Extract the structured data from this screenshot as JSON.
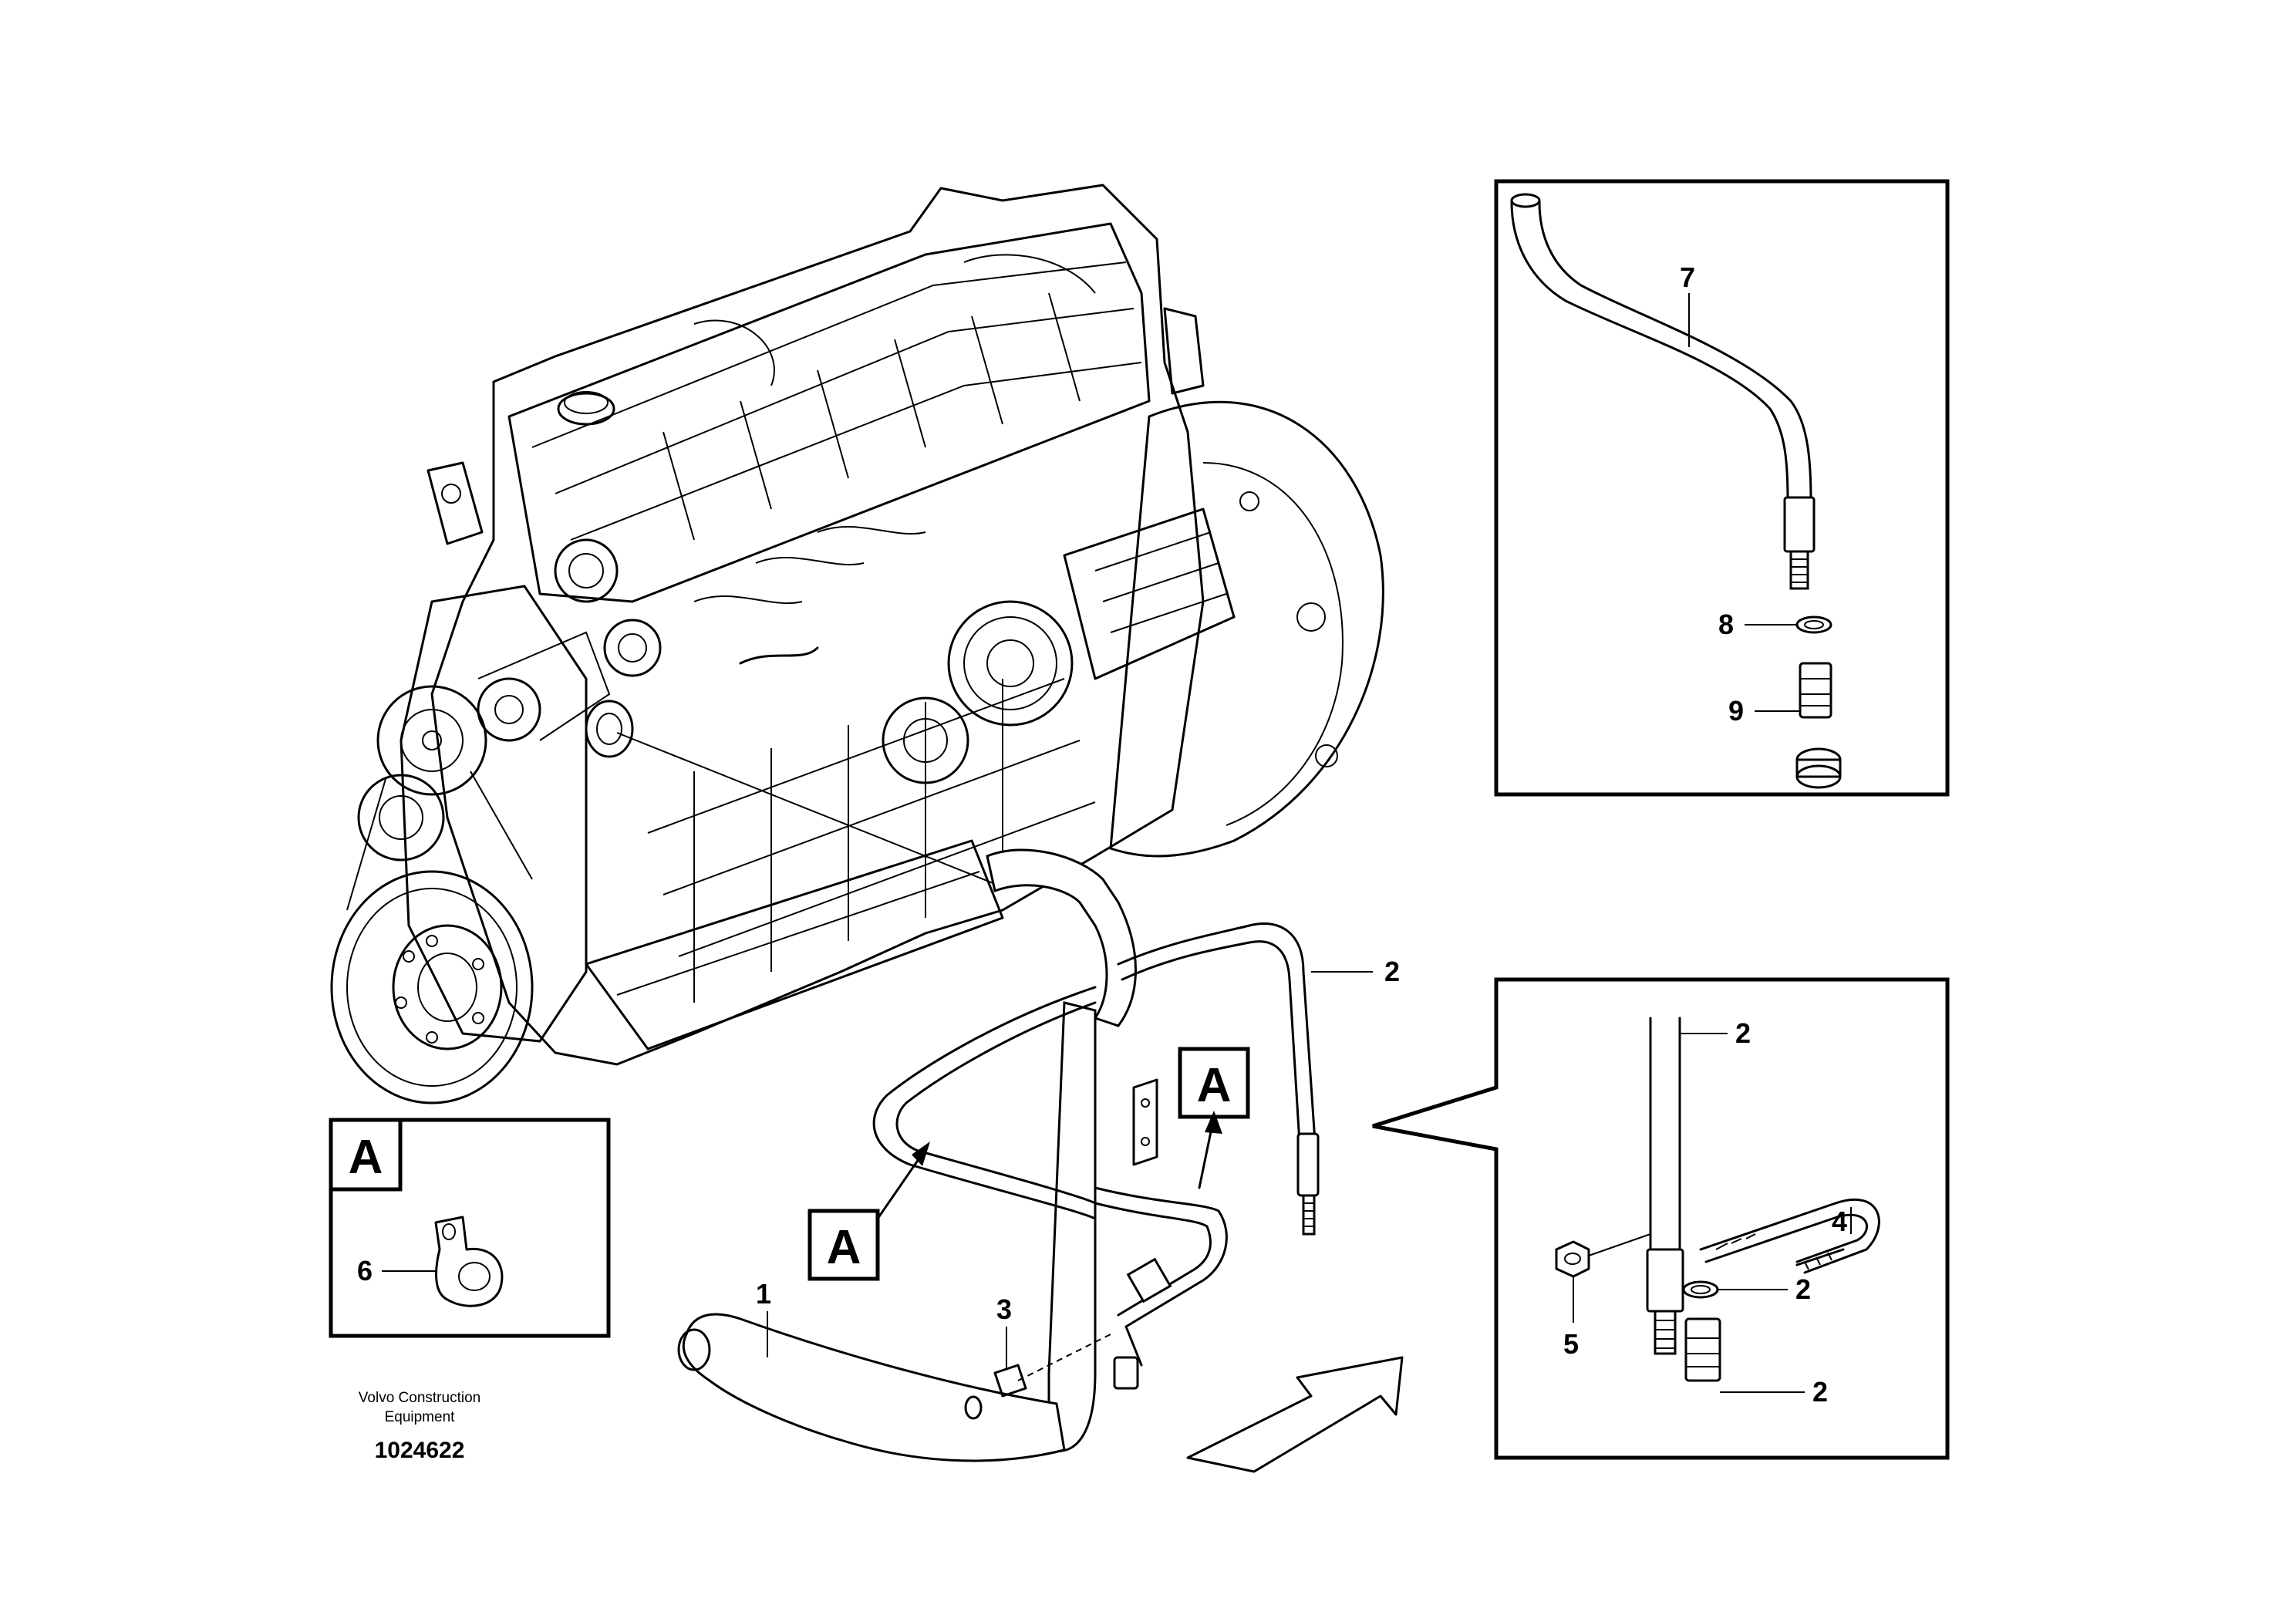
{
  "callouts": {
    "c1": "1",
    "c2_main": "2",
    "c3": "3",
    "c4": "4",
    "c5": "5",
    "c6": "6",
    "c7": "7",
    "c8": "8",
    "c9": "9",
    "c2_hose": "2",
    "c2_washer": "2",
    "c2_nipple": "2"
  },
  "view_tags": {
    "box_a": "A",
    "bracket_a": "A",
    "clip_a": "A"
  },
  "footer": {
    "maker_line1": "Volvo Construction",
    "maker_line2": "Equipment",
    "drawing_number": "1024622"
  }
}
